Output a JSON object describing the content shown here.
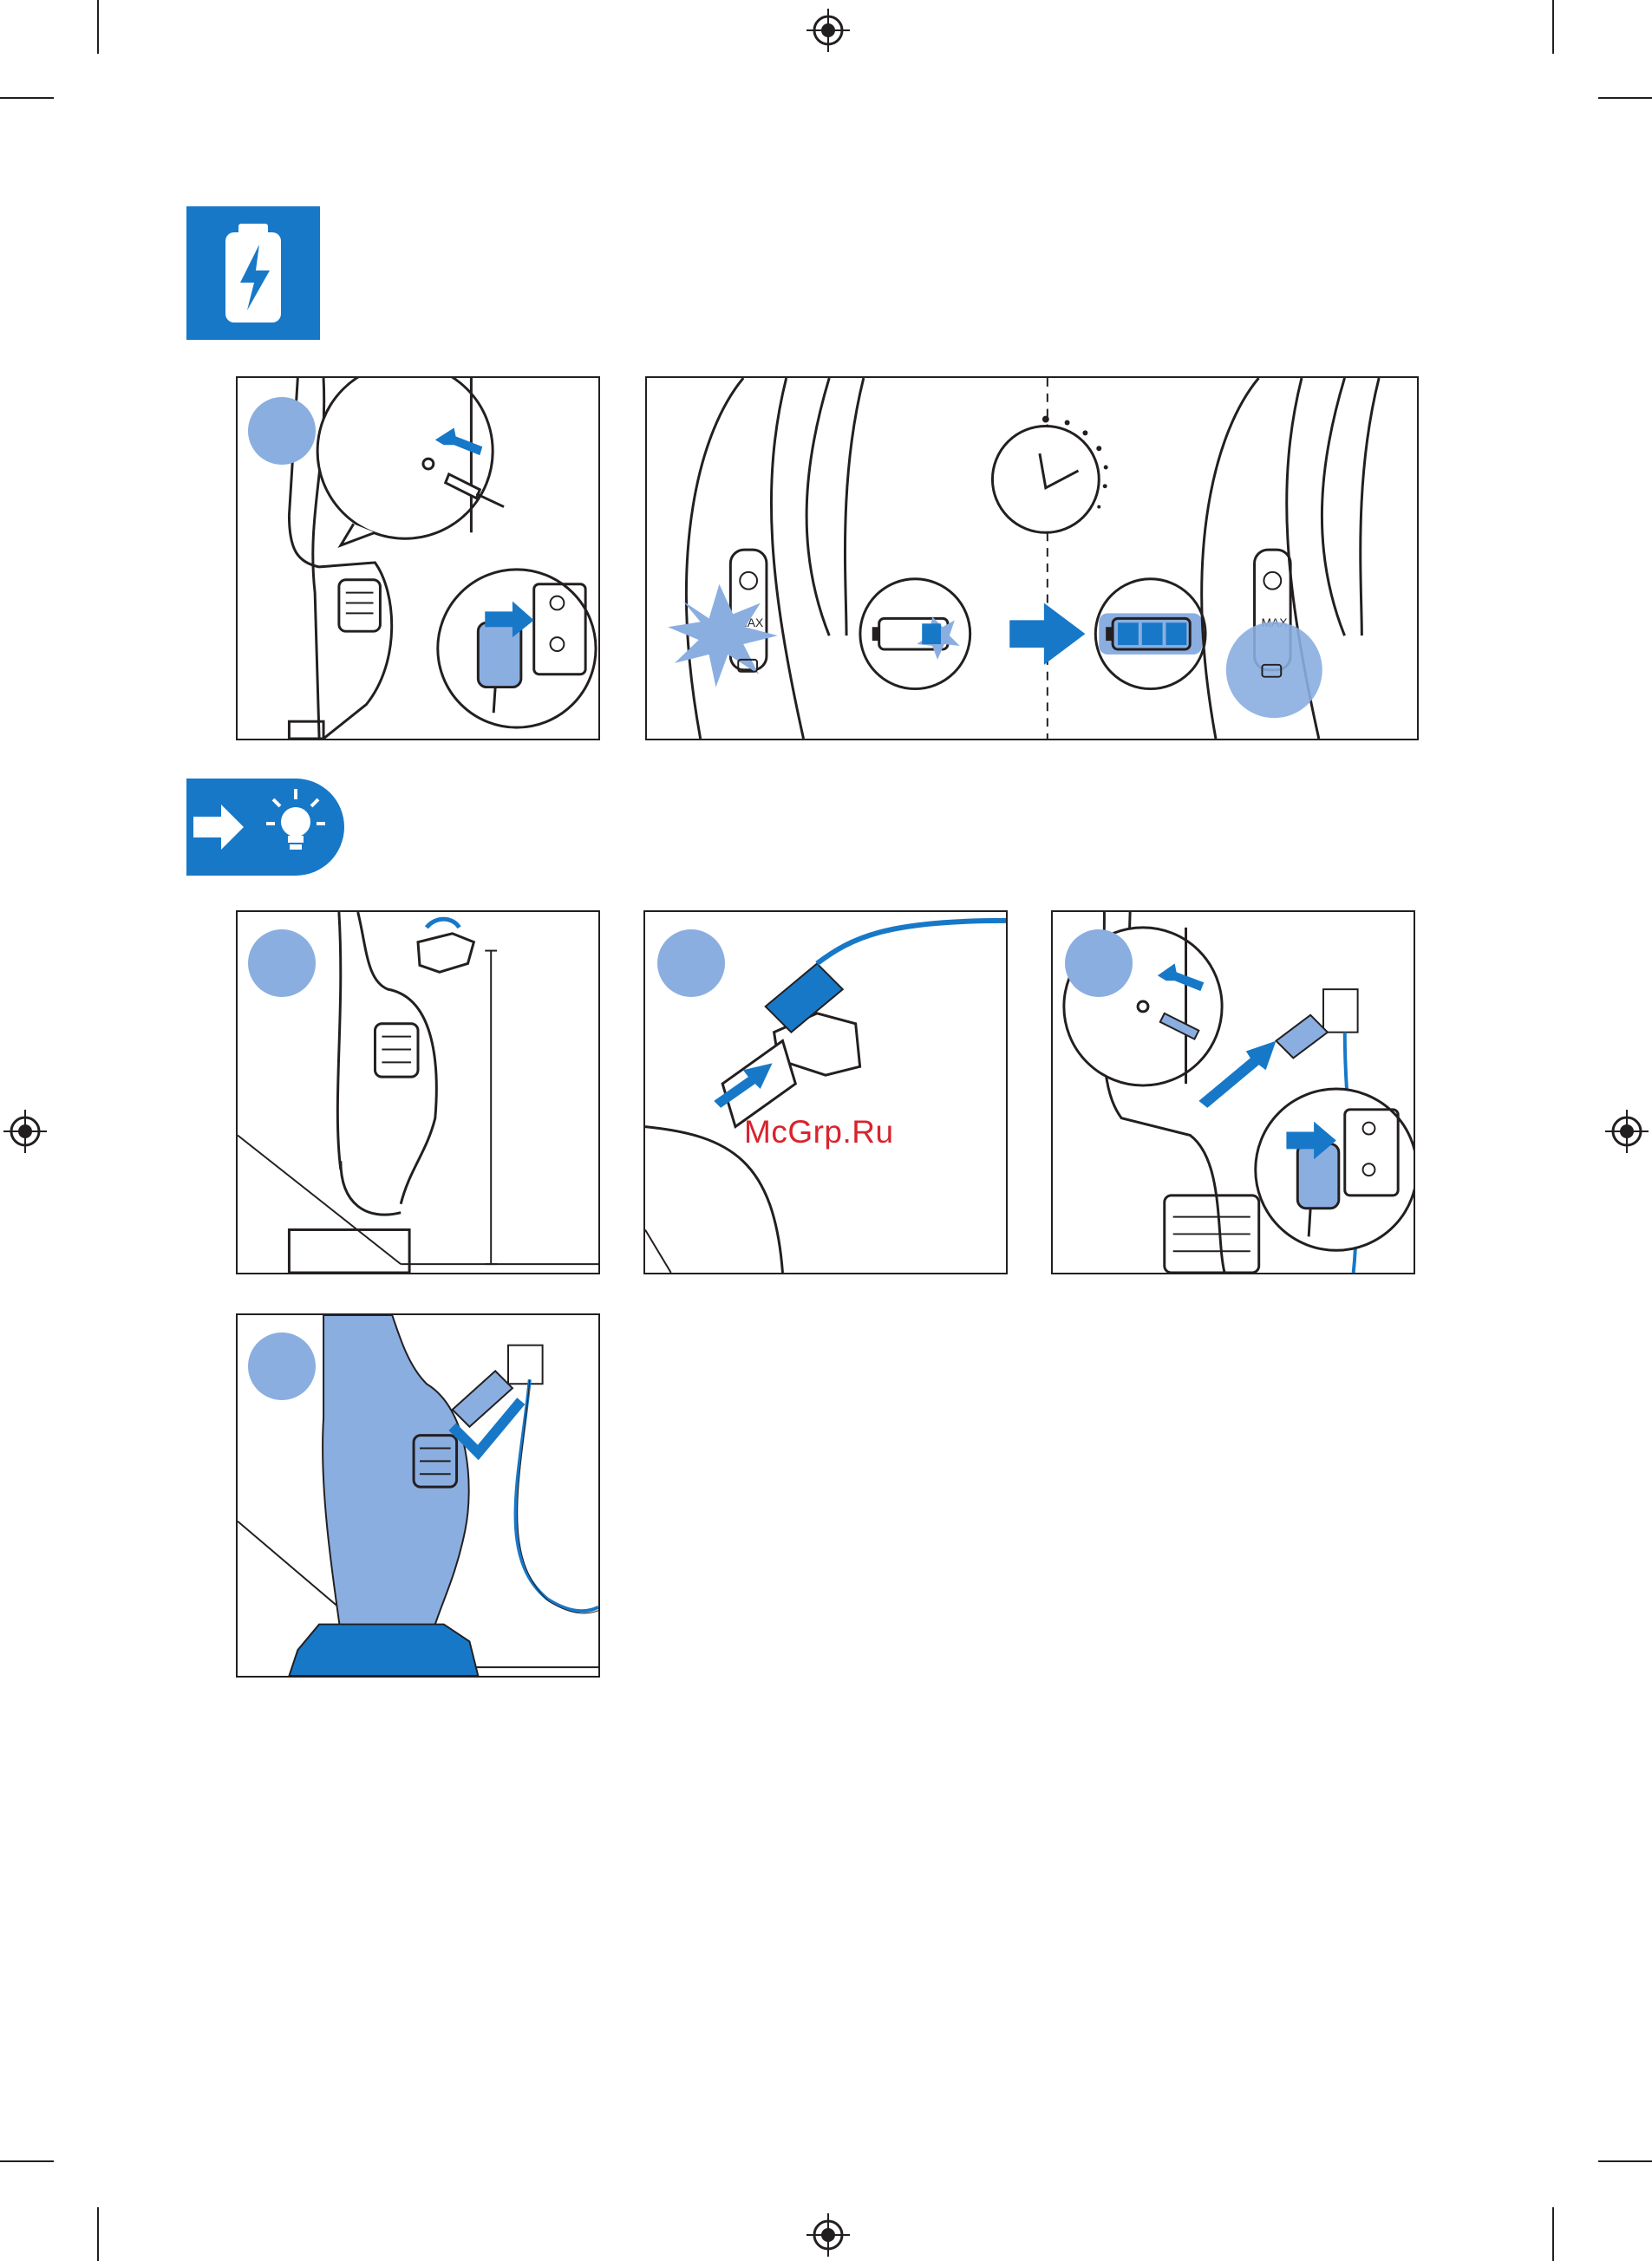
{
  "header": {
    "charge_icon": "battery-charge-icon",
    "tip_icon": "arrow-lightbulb-tip-icon"
  },
  "panels": [
    {
      "id": "charge-connect",
      "icon": "charger-plug-icon"
    },
    {
      "id": "charge-timeline",
      "icon": "clock-icon",
      "labels": [
        "MAX",
        "MAX"
      ]
    },
    {
      "id": "tip-wall-mount",
      "icon": "wall-bracket-icon"
    },
    {
      "id": "tip-cable-holder",
      "icon": "cable-holder-icon"
    },
    {
      "id": "tip-plug-in",
      "icon": "wall-socket-icon"
    },
    {
      "id": "tip-docked",
      "icon": "checkmark-icon"
    }
  ],
  "watermark": "McGrp.Ru",
  "colors": {
    "brand_blue": "#1778c8",
    "light_blue": "#8aaee0",
    "line": "#231f20",
    "watermark": "#d9232d"
  }
}
